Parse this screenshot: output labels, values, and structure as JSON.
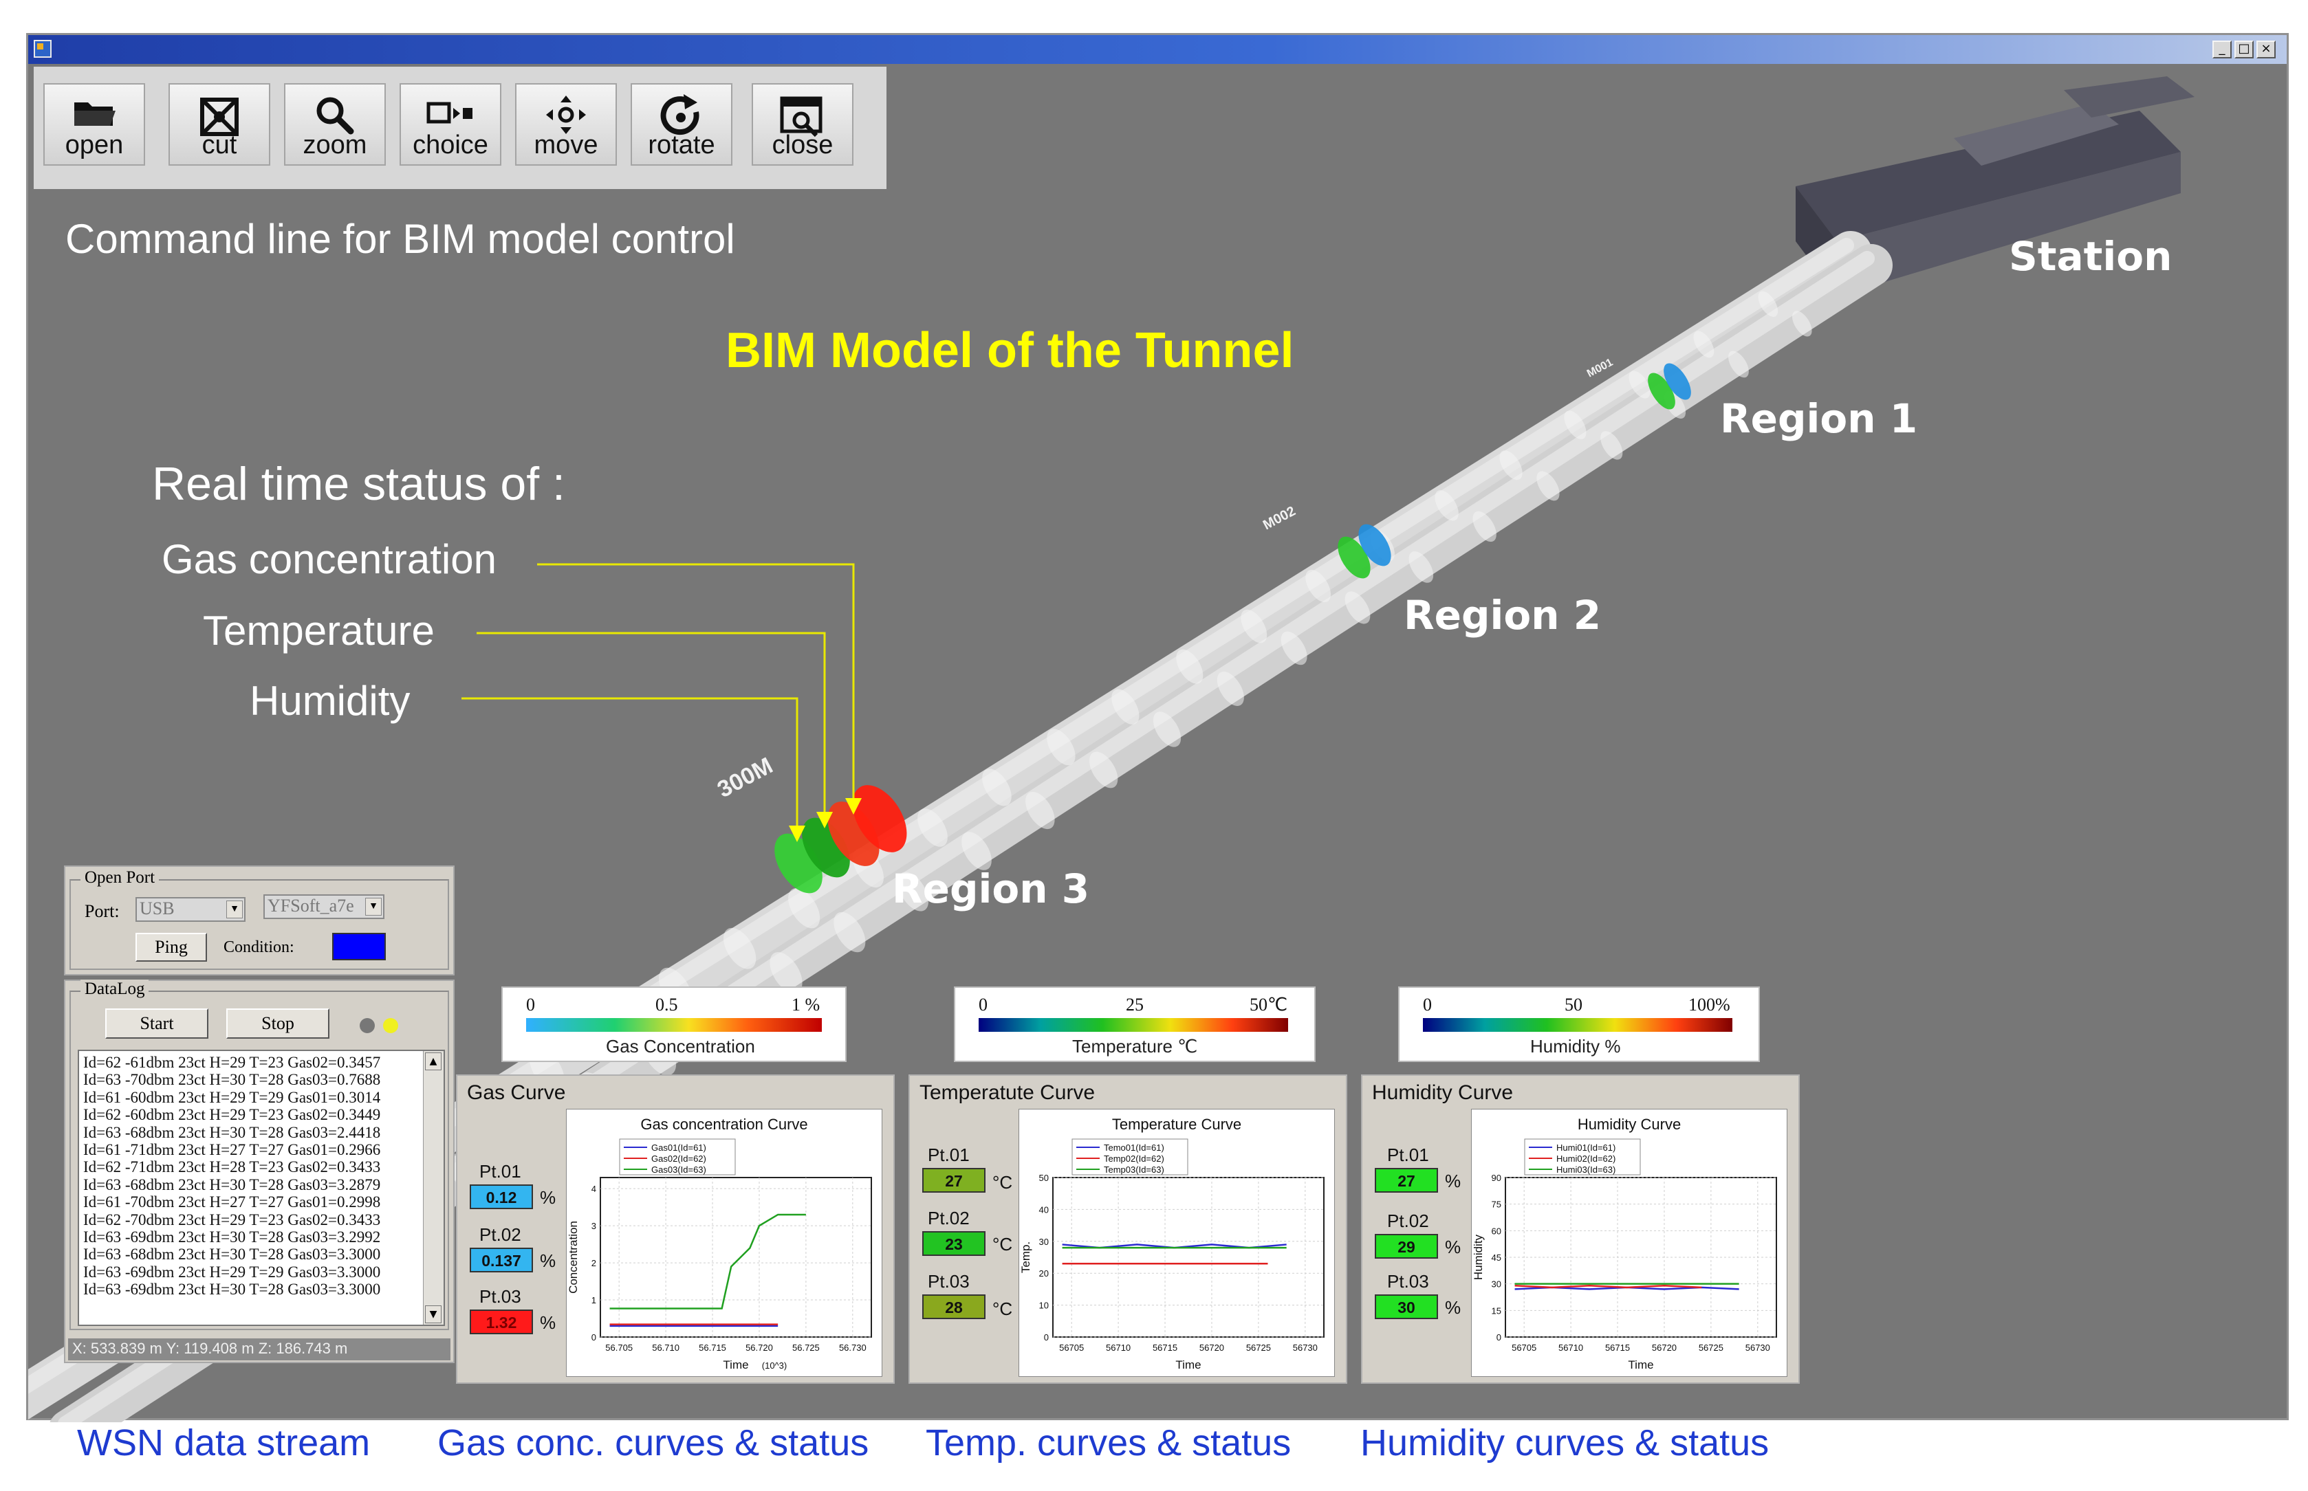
{
  "toolbar": {
    "open": "open",
    "cut": "cut",
    "zoom": "zoom",
    "choice": "choice",
    "move": "move",
    "rotate": "rotate",
    "close": "close"
  },
  "window_controls": {
    "minimize": "_",
    "maximize": "□",
    "close": "×"
  },
  "annotations": {
    "command_line": "Command line for  BIM model control",
    "title": "BIM Model of the Tunnel",
    "realtime_heading": "Real time status of :",
    "gas": "Gas concentration",
    "temperature": "Temperature",
    "humidity": "Humidity",
    "station": "Station",
    "region1": "Region 1",
    "region2": "Region 2",
    "region3": "Region 3",
    "mark_300": "300M"
  },
  "colors": {
    "title": "#ffff00",
    "caption": "#1e3bd0",
    "condition": "#0000ff"
  },
  "open_port": {
    "title": "Open Port",
    "port_label": "Port:",
    "port_value": "USB",
    "device_value": "YFSoft_a7e",
    "ping": "Ping",
    "condition_label": "Condition:"
  },
  "datalog": {
    "title": "DataLog",
    "start": "Start",
    "stop": "Stop",
    "lines": [
      "Id=62 -61dbm 23ct H=29 T=23 Gas02=0.3457",
      "Id=63 -70dbm 23ct H=30 T=28 Gas03=0.7688",
      "Id=61 -60dbm 23ct H=29 T=29 Gas01=0.3014",
      "Id=62 -60dbm 23ct H=29 T=23 Gas02=0.3449",
      "Id=63 -68dbm 23ct H=30 T=28 Gas03=2.4418",
      "Id=61 -71dbm 23ct H=27 T=27 Gas01=0.2966",
      "Id=62 -71dbm 23ct H=28 T=23 Gas02=0.3433",
      "Id=63 -68dbm 23ct H=30 T=28 Gas03=3.2879",
      "Id=61 -70dbm 23ct H=27 T=27 Gas01=0.2998",
      "Id=62 -70dbm 23ct H=29 T=23 Gas02=0.3433",
      "Id=63 -69dbm 23ct H=30 T=28 Gas03=3.2992",
      "Id=63 -68dbm 23ct H=30 T=28 Gas03=3.3000",
      "Id=63 -69dbm 23ct H=29 T=29 Gas03=3.3000",
      "Id=63 -69dbm 23ct H=30 T=28 Gas03=3.3000"
    ]
  },
  "status_bar": "X: 533.839 m  Y: 119.408 m  Z: 186.743 m",
  "legends": {
    "gas": {
      "ticks": [
        "0",
        "0.5",
        "1 %"
      ],
      "caption": "Gas Concentration"
    },
    "temp": {
      "ticks": [
        "0",
        "25",
        "50℃"
      ],
      "caption": "Temperature ℃"
    },
    "humi": {
      "ticks": [
        "0",
        "50",
        "100%"
      ],
      "caption": "Humidity %"
    }
  },
  "gas_curve": {
    "box_title": "Gas Curve",
    "pt1": "Pt.01",
    "pt2": "Pt.02",
    "pt3": "Pt.03",
    "v1": "0.12",
    "v2": "0.137",
    "v3": "1.32",
    "unit": "%",
    "v1_color": "#33b5f0",
    "v2_color": "#33b5f0",
    "v3_color": "#ff1a1a"
  },
  "temp_curve": {
    "box_title": "Temperatute Curve",
    "pt1": "Pt.01",
    "pt2": "Pt.02",
    "pt3": "Pt.03",
    "v1": "27",
    "v2": "23",
    "v3": "28",
    "unit": "°C",
    "v1_color": "#7fb021",
    "v2_color": "#22c322",
    "v3_color": "#8aa81e"
  },
  "humi_curve": {
    "box_title": "Humidity Curve",
    "pt1": "Pt.01",
    "pt2": "Pt.02",
    "pt3": "Pt.03",
    "v1": "27",
    "v2": "29",
    "v3": "30",
    "unit": "%",
    "v1_color": "#22e022",
    "v2_color": "#22e022",
    "v3_color": "#22e022"
  },
  "chart_data": [
    {
      "type": "line",
      "title": "Gas concentration Curve",
      "xlabel": "Time",
      "xlabel_suffix": "(10^3)",
      "ylabel": "Concentration",
      "x_ticks": [
        "56.705",
        "56.710",
        "56.715",
        "56.720",
        "56.725",
        "56.730"
      ],
      "y_ticks": [
        "0",
        "1",
        "2",
        "3",
        "4"
      ],
      "xlim": [
        56.703,
        56.732
      ],
      "ylim": [
        0,
        4.3
      ],
      "grid": true,
      "legend_position": "top-left",
      "series": [
        {
          "name": "Gas01(Id=61)",
          "color": "#2a2ad0",
          "x": [
            56.704,
            56.722
          ],
          "y": [
            0.3,
            0.3
          ]
        },
        {
          "name": "Gas02(Id=62)",
          "color": "#e02020",
          "x": [
            56.704,
            56.722
          ],
          "y": [
            0.34,
            0.34
          ]
        },
        {
          "name": "Gas03(Id=63)",
          "color": "#20a020",
          "x": [
            56.704,
            56.716,
            56.717,
            56.719,
            56.72,
            56.722,
            56.725
          ],
          "y": [
            0.77,
            0.77,
            1.9,
            2.4,
            3.0,
            3.3,
            3.3
          ]
        }
      ]
    },
    {
      "type": "line",
      "title": "Temperature Curve",
      "xlabel": "Time",
      "ylabel": "Temp.",
      "x_ticks": [
        "56705",
        "56710",
        "56715",
        "56720",
        "56725",
        "56730"
      ],
      "y_ticks": [
        "0",
        "10",
        "20",
        "30",
        "40",
        "50"
      ],
      "xlim": [
        56703,
        56732
      ],
      "ylim": [
        0,
        50
      ],
      "grid": true,
      "legend_position": "top-left",
      "series": [
        {
          "name": "Temo01(Id=61)",
          "color": "#2a2ad0",
          "x": [
            56704,
            56708,
            56712,
            56716,
            56720,
            56724,
            56728
          ],
          "y": [
            29,
            28,
            29,
            28,
            29,
            28,
            29
          ]
        },
        {
          "name": "Temp02(Id=62)",
          "color": "#e02020",
          "x": [
            56704,
            56726
          ],
          "y": [
            23,
            23
          ]
        },
        {
          "name": "Temp03(Id=63)",
          "color": "#20a020",
          "x": [
            56704,
            56728
          ],
          "y": [
            28,
            28
          ]
        }
      ]
    },
    {
      "type": "line",
      "title": "Humidity Curve",
      "xlabel": "Time",
      "ylabel": "Humidity",
      "x_ticks": [
        "56705",
        "56710",
        "56715",
        "56720",
        "56725",
        "56730"
      ],
      "y_ticks": [
        "0",
        "15",
        "30",
        "45",
        "60",
        "75",
        "90"
      ],
      "xlim": [
        56703,
        56732
      ],
      "ylim": [
        0,
        90
      ],
      "grid": true,
      "legend_position": "top-left",
      "series": [
        {
          "name": "Humi01(Id=61)",
          "color": "#2a2ad0",
          "x": [
            56704,
            56708,
            56712,
            56716,
            56720,
            56724,
            56728
          ],
          "y": [
            27,
            28,
            27,
            28,
            27,
            28,
            27
          ]
        },
        {
          "name": "Humi02(Id=62)",
          "color": "#e02020",
          "x": [
            56704,
            56708,
            56712,
            56716,
            56720,
            56724
          ],
          "y": [
            29,
            28,
            29,
            28,
            29,
            28
          ]
        },
        {
          "name": "Humi03(Id=63)",
          "color": "#20a020",
          "x": [
            56704,
            56728
          ],
          "y": [
            30,
            30
          ]
        }
      ]
    }
  ],
  "captions": {
    "wsn": "WSN data stream",
    "gas": "Gas conc. curves & status",
    "temp": "Temp. curves & status",
    "humi": "Humidity curves & status"
  }
}
